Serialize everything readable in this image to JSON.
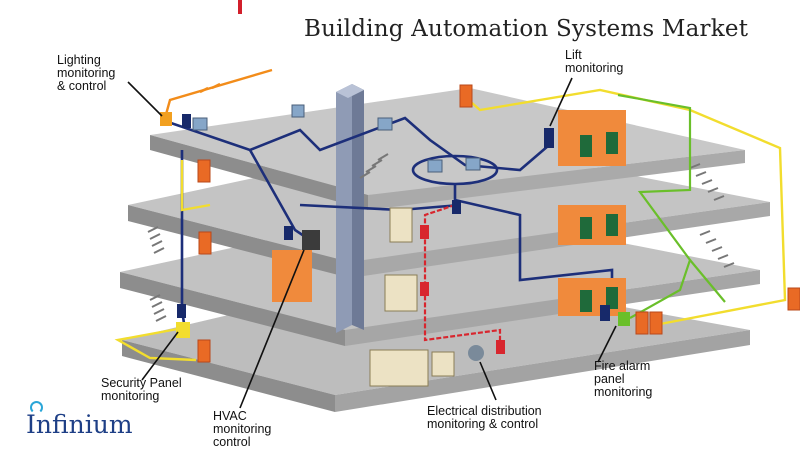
{
  "title": "Building Automation Systems Market",
  "brand": {
    "name": "Infinium"
  },
  "labels": {
    "lighting": "Lighting\nmonitoring\n& control",
    "lift": "Lift\nmonitoring",
    "security": "Security Panel\nmonitoring",
    "hvac": "HVAC\nmonitoring\ncontrol",
    "electrical": "Electrical distribution\nmonitoring & control",
    "fire": "Fire alarm\npanel\nmonitoring"
  },
  "colors": {
    "floor_top": "#b9b9b9",
    "floor_side": "#8e8e8e",
    "network_line": "#1d2f7a",
    "lighting_line": "#f28c1a",
    "security_line": "#f2dd2e",
    "fire_line": "#6abf2a",
    "electrical_line": "#d8262e",
    "door": "#e96a25",
    "cabinet": "#f08a3c",
    "brand": "#1e3f86"
  }
}
